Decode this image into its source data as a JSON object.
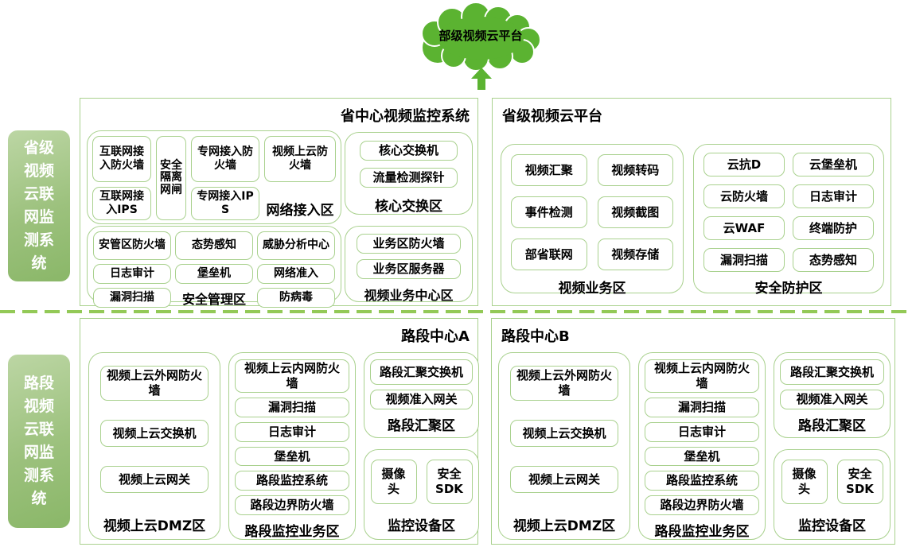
{
  "colors": {
    "accent_green": "#5bb331",
    "border_green": "#a9d18e",
    "sidebar_green": "#9cc17d",
    "dash_green": "#93c957"
  },
  "cloud": {
    "label": "部级视频云平台"
  },
  "sidebar": {
    "top_label": "省级视频云联网监测系统",
    "bottom_label": "路段视频云联网监测系统"
  },
  "province_monitor": {
    "title": "省中心视频监控系统",
    "net": {
      "label": "网络接入区",
      "i1": "互联网接入防火墙",
      "i2": "安全隔离网闸",
      "i3": "专网接入防火墙",
      "i4": "视频上云防火墙",
      "i5": "互联网接入IPS",
      "i6": "专网接入IPS"
    },
    "core": {
      "label": "核心交换区",
      "i1": "核心交换机",
      "i2": "流量检测探针"
    },
    "sec": {
      "label": "安全管理区",
      "i1": "安管区防火墙",
      "i2": "态势感知",
      "i3": "威胁分析中心",
      "i4": "日志审计",
      "i5": "堡垒机",
      "i6": "网络准入",
      "i7": "漏洞扫描",
      "i8": "防病毒"
    },
    "biz": {
      "label": "视频业务中心区",
      "i1": "业务区防火墙",
      "i2": "业务区服务器"
    }
  },
  "province_cloud": {
    "title": "省级视频云平台",
    "video": {
      "label": "视频业务区",
      "i1": "视频汇聚",
      "i2": "视频转码",
      "i3": "事件检测",
      "i4": "视频截图",
      "i5": "部省联网",
      "i6": "视频存储"
    },
    "protect": {
      "label": "安全防护区",
      "i1": "云抗D",
      "i2": "云堡垒机",
      "i3": "云防火墙",
      "i4": "日志审计",
      "i5": "云WAF",
      "i6": "终端防护",
      "i7": "漏洞扫描",
      "i8": "态势感知"
    }
  },
  "road_a": {
    "title": "路段中心A",
    "dmz": {
      "label": "视频上云DMZ区",
      "i1": "视频上云外网防火墙",
      "i2": "视频上云交换机",
      "i3": "视频上云网关"
    },
    "monitor": {
      "label": "路段监控业务区",
      "i1": "视频上云内网防火墙",
      "i2": "漏洞扫描",
      "i3": "日志审计",
      "i4": "堡垒机",
      "i5": "路段监控系统",
      "i6": "路段边界防火墙"
    },
    "agg": {
      "label": "路段汇聚区",
      "i1": "路段汇聚交换机",
      "i2": "视频准入网关"
    },
    "device": {
      "label": "监控设备区",
      "i1": "摄像头",
      "i2": "安全SDK"
    }
  },
  "road_b": {
    "title": "路段中心B",
    "dmz": {
      "label": "视频上云DMZ区",
      "i1": "视频上云外网防火墙",
      "i2": "视频上云交换机",
      "i3": "视频上云网关"
    },
    "monitor": {
      "label": "路段监控业务区",
      "i1": "视频上云内网防火墙",
      "i2": "漏洞扫描",
      "i3": "日志审计",
      "i4": "堡垒机",
      "i5": "路段监控系统",
      "i6": "路段边界防火墙"
    },
    "agg": {
      "label": "路段汇聚区",
      "i1": "路段汇聚交换机",
      "i2": "视频准入网关"
    },
    "device": {
      "label": "监控设备区",
      "i1": "摄像头",
      "i2": "安全SDK"
    }
  }
}
